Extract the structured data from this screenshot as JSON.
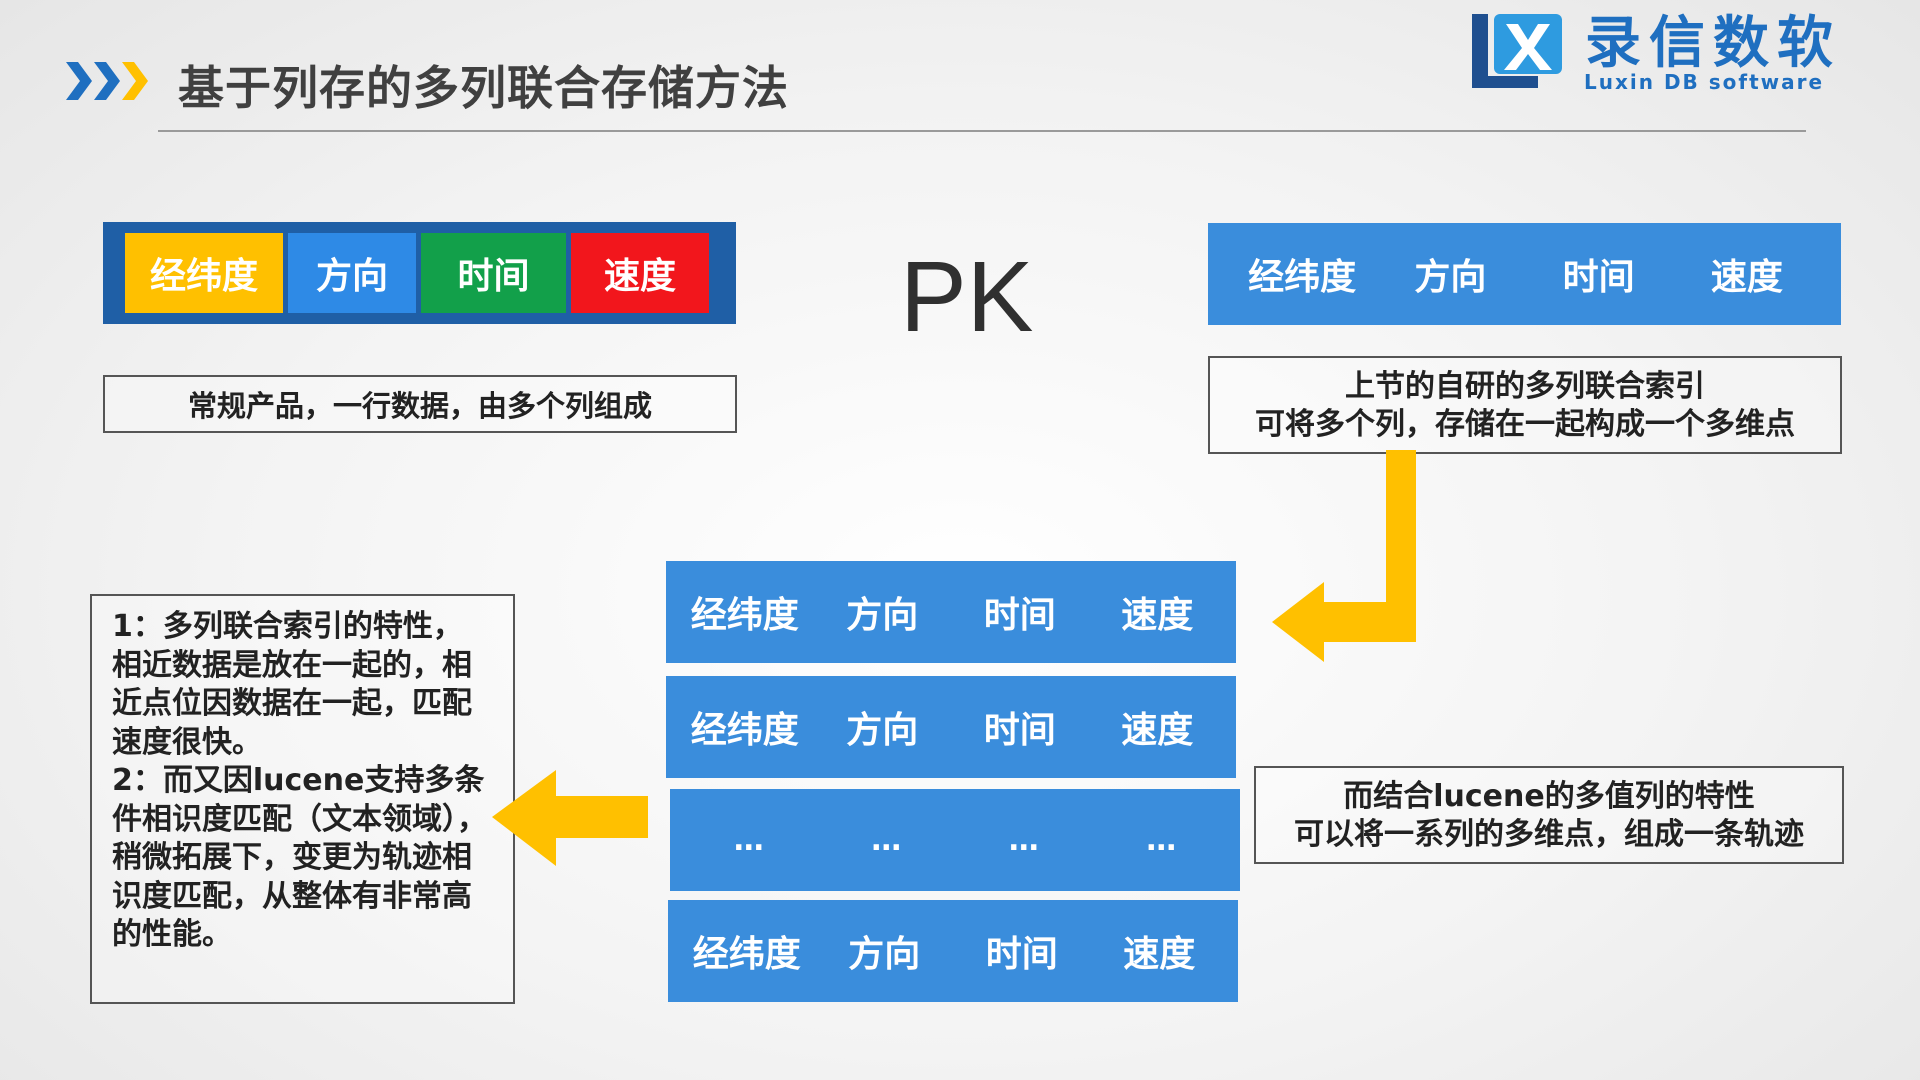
{
  "header": {
    "title": "基于列存的多列联合存储方法",
    "logo_cn": "录信数软",
    "logo_en": "Luxin DB software",
    "chevron_color": "#1f6fc0",
    "accent_color": "#ffc000"
  },
  "conventional_row": {
    "cells": [
      "经纬度",
      "方向",
      "时间",
      "速度"
    ],
    "colors": [
      "#ffc000",
      "#2e8ae6",
      "#12a04a",
      "#f2161c"
    ],
    "caption": "常规产品，一行数据，由多个列组成"
  },
  "pk_label": "PK",
  "multidim_row": {
    "cells": [
      "经纬度",
      "方向",
      "时间",
      "速度"
    ],
    "caption_line1": "上节的自研的多列联合索引",
    "caption_line2": "可将多个列，存储在一起构成一个多维点"
  },
  "stacked_rows": [
    {
      "cells": [
        "经纬度",
        "方向",
        "时间",
        "速度"
      ]
    },
    {
      "cells": [
        "经纬度",
        "方向",
        "时间",
        "速度"
      ]
    },
    {
      "cells": [
        "…",
        "…",
        "…",
        "…"
      ]
    },
    {
      "cells": [
        "经纬度",
        "方向",
        "时间",
        "速度"
      ]
    }
  ],
  "lucene_box": {
    "line1": "而结合lucene的多值列的特性",
    "line2": "可以将一系列的多维点，组成一条轨迹"
  },
  "notes": {
    "lines": [
      "1：多列联合索引的特性，",
      "相近数据是放在一起的，相",
      "近点位因数据在一起，匹配",
      "速度很快。",
      "2：而又因lucene支持多条",
      "件相识度匹配（文本领域），",
      "稍微拓展下，变更为轨迹相",
      "识度匹配，从整体有非常高",
      "的性能。"
    ]
  }
}
